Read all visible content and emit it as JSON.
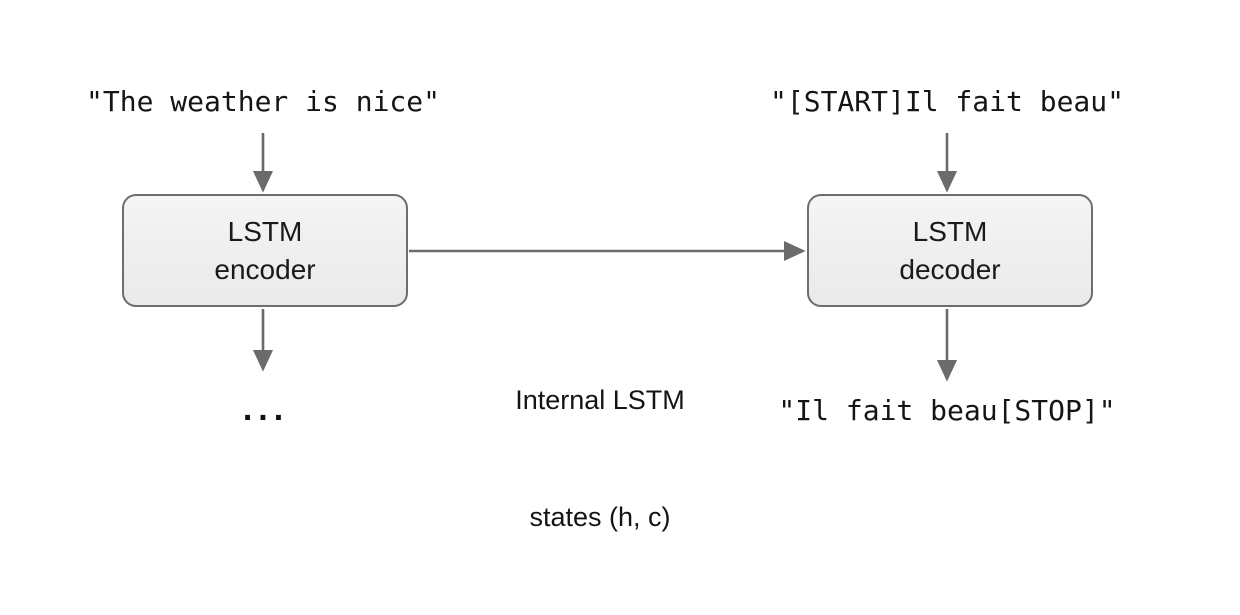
{
  "diagram": {
    "title_hidden": "",
    "background_color": "#ffffff",
    "box_fill_color": "#f0f0f0",
    "box_border_color": "#6e6e6e",
    "arrow_color": "#6b6b6b",
    "text_color": "#151515"
  },
  "inputs": {
    "encoder_input": "\"The weather is nice\"",
    "decoder_input": "\"[START]Il fait beau\""
  },
  "blocks": {
    "encoder": {
      "line1": "LSTM",
      "line2": "encoder"
    },
    "decoder": {
      "line1": "LSTM",
      "line2": "decoder"
    }
  },
  "connection": {
    "line1": "Internal LSTM",
    "line2": "states (h, c)"
  },
  "outputs": {
    "encoder_output": "...",
    "decoder_output": "\"Il fait beau[STOP]\""
  }
}
